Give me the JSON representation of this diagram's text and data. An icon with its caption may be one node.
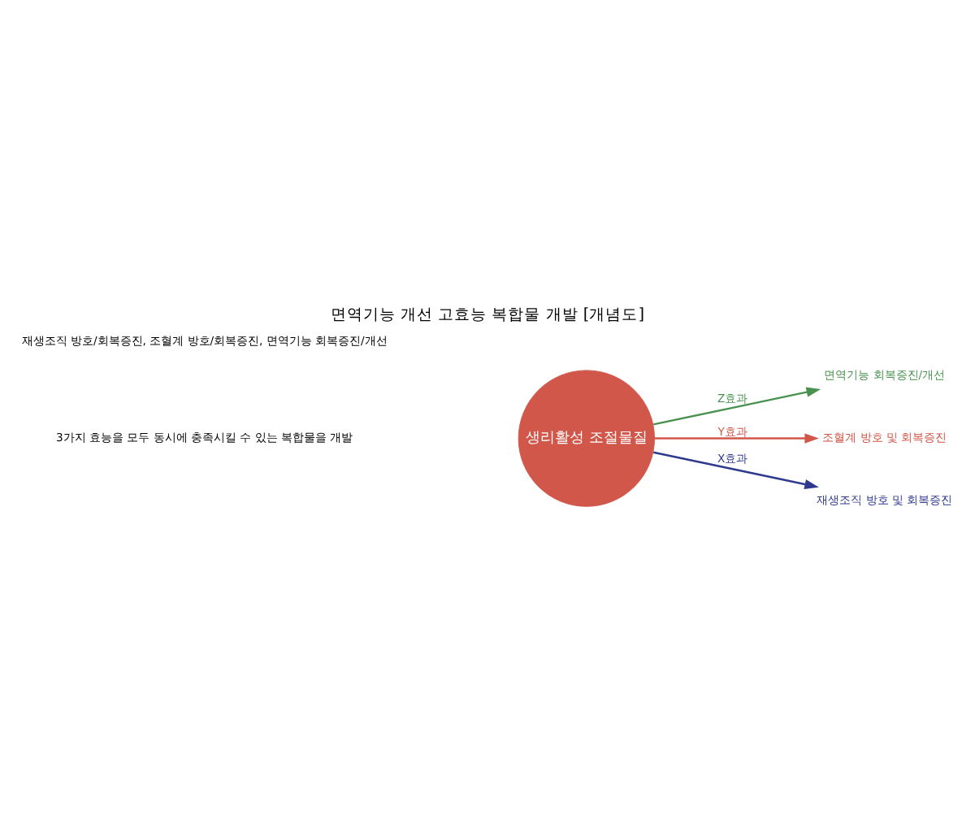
{
  "diagram": {
    "title": "면역기능 개선 고효능 복합물 개발 [개념도]",
    "nodes": [
      {
        "text": [
          "생리활성 조절물질"
        ]
      },
      {
        "text": [
          "면역기능 회복증진/개선"
        ]
      },
      {
        "text": [
          "조혈계 방호 및 회복증진"
        ]
      },
      {
        "text": [
          "재생조직 방호 및 회복증진"
        ]
      }
    ],
    "edges": [
      {
        "from": 0,
        "to": 1,
        "arrow": "to",
        "label": "Z효과",
        "color": "#4a9150"
      },
      {
        "from": 0,
        "to": 2,
        "arrow": "to",
        "label": "Y효과",
        "color": "#d0574a"
      },
      {
        "from": 0,
        "to": 3,
        "arrow": "to",
        "label": "X효과",
        "color": "#2f3a8f"
      }
    ],
    "labels": [
      "재생조직 방호/회복증진, 조혈계 방호/회복증진, 면역기능 회복증진/개선",
      "3가지 효능을 모두 동시에 충족시킬 수 있는 복합물을 개발"
    ]
  }
}
